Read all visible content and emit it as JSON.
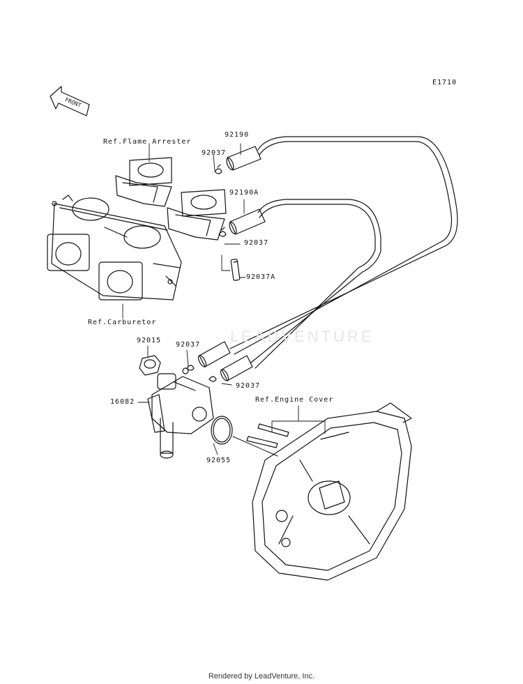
{
  "diagram_code": "E1710",
  "front_label": "FRONT",
  "watermark_text": "LEADVENTURE",
  "footer": "Rendered by LeadVenture, Inc.",
  "labels": {
    "flame_arrester": "Ref.Flame Arrester",
    "hose_92190": "92190",
    "clamp_92037_top": "92037",
    "hose_92190a": "92190A",
    "clamp_92037_mid": "92037",
    "clamp_92037a": "92037A",
    "carburetor": "Ref.Carburetor",
    "part_92015": "92015",
    "clamp_92037_lower": "92037",
    "clamp_92037_bottom": "92037",
    "part_16082": "16082",
    "engine_cover": "Ref.Engine Cover",
    "oring_92055": "92055"
  },
  "colors": {
    "line": "#111111",
    "watermark": "#e6e6e6"
  }
}
